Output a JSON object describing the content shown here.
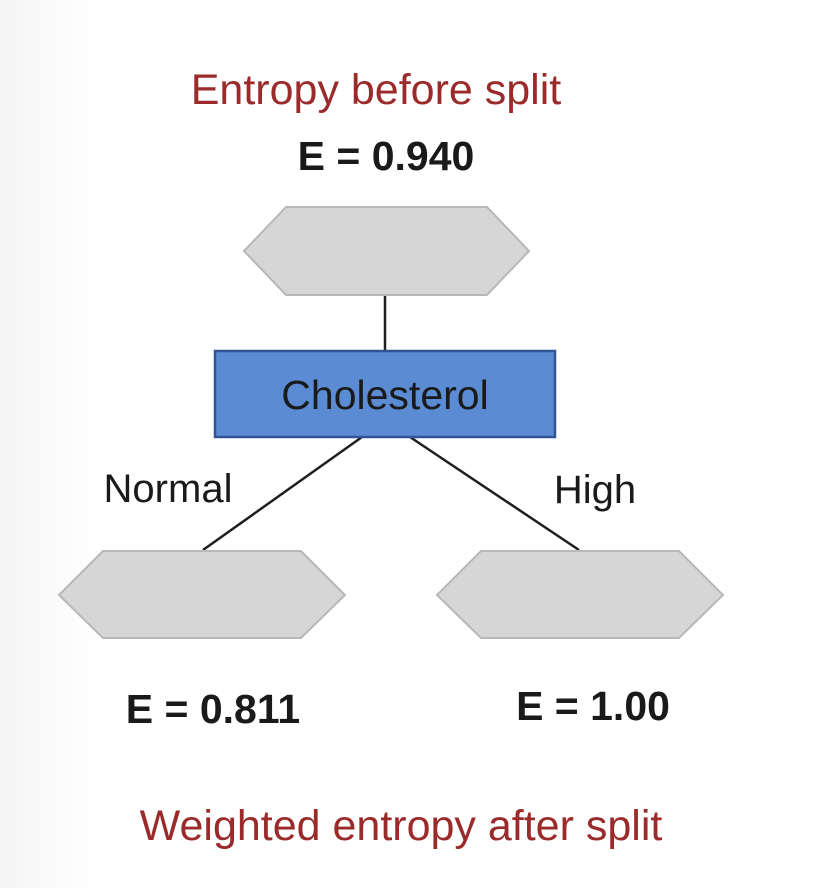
{
  "top": {
    "title": "Entropy before split",
    "entropy": "E = 0.940"
  },
  "split_node": {
    "label": "Cholesterol"
  },
  "branches": {
    "left_label": "Normal",
    "right_label": "High"
  },
  "children": {
    "left_entropy": "E = 0.811",
    "right_entropy": "E = 1.00"
  },
  "bottom": {
    "caption": "Weighted entropy after split"
  },
  "colors": {
    "title_red": "#9b2a2a",
    "hexagon_fill": "#d6d6d6",
    "hexagon_stroke": "#b8b8b8",
    "node_fill": "#5b8bd2",
    "node_stroke": "#2f5597",
    "text_dark": "#1a1a1a",
    "line": "#1f1f1f"
  }
}
